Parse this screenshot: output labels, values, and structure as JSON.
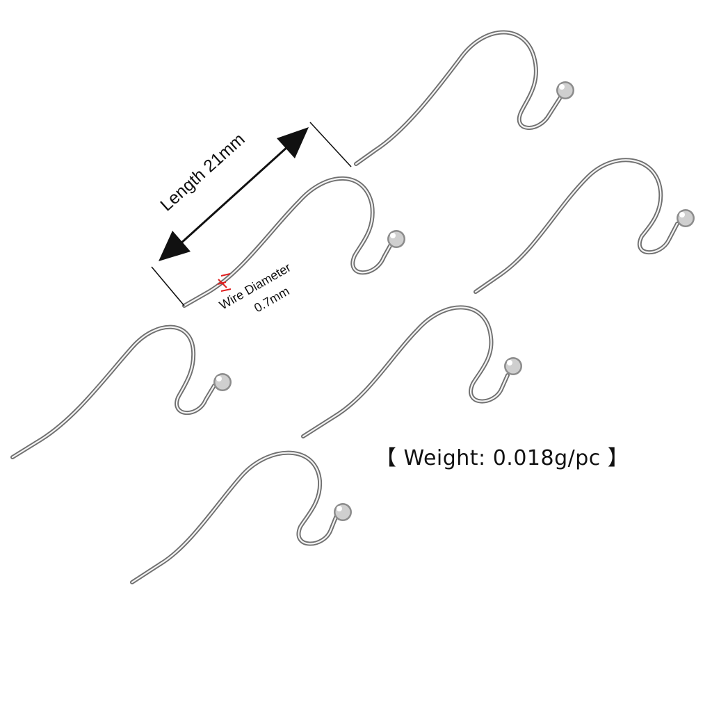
{
  "annotations": {
    "length_label": "Length 21mm",
    "wire_label_line1": "Wire Diameter",
    "wire_label_line2": "0.7mm",
    "weight_label": "【 Weight: 0.018g/pc 】"
  },
  "colors": {
    "background": "#ffffff",
    "wire_dark": "#6e6e6e",
    "wire_light": "#f2f2f2",
    "marker_red": "#e02020",
    "text": "#111111"
  },
  "hooks": [
    {
      "name": "earring-hook"
    },
    {
      "name": "earring-hook"
    },
    {
      "name": "earring-hook"
    },
    {
      "name": "earring-hook"
    },
    {
      "name": "earring-hook"
    },
    {
      "name": "earring-hook"
    }
  ]
}
